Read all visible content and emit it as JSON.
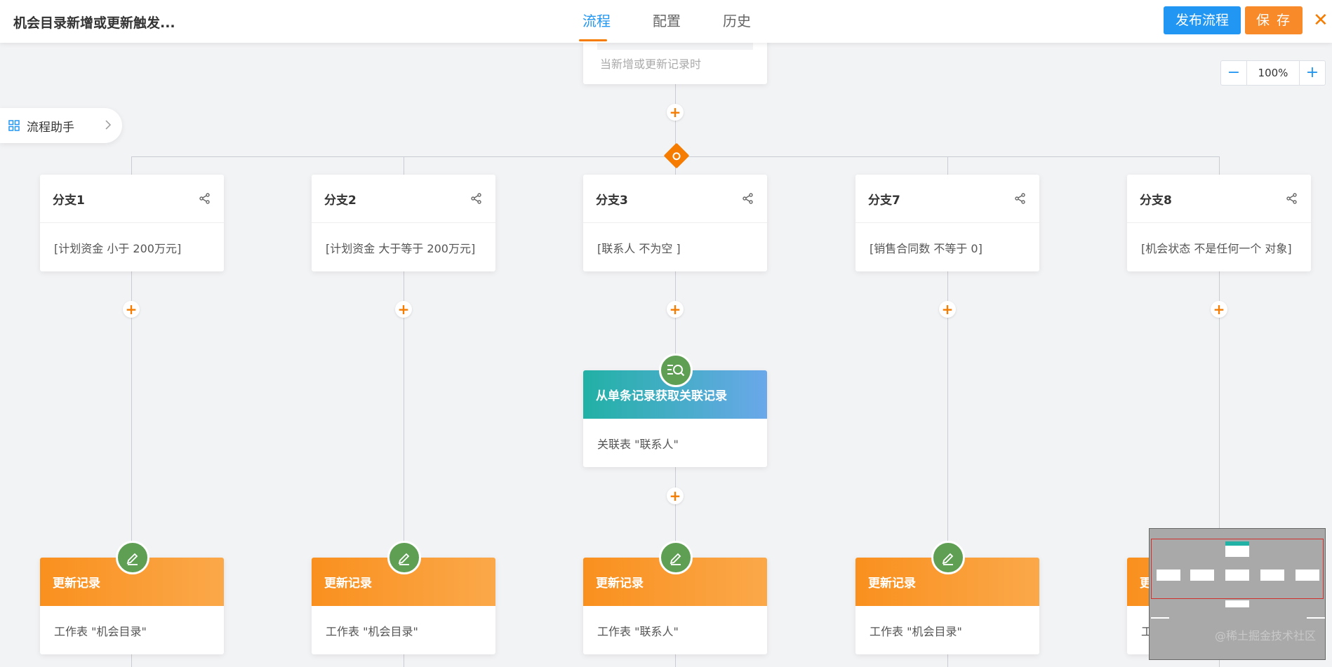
{
  "header": {
    "title": "机会目录新增或更新触发...",
    "tabs": [
      {
        "label": "流程",
        "active": true
      },
      {
        "label": "配置",
        "active": false
      },
      {
        "label": "历史",
        "active": false
      }
    ],
    "publish_label": "发布流程",
    "save_label": "保 存",
    "close_glyph": "✕"
  },
  "trigger": {
    "text": "当新增或更新记录时"
  },
  "assistant": {
    "label": "流程助手"
  },
  "zoom": {
    "minus": "−",
    "value": "100%",
    "plus": "+"
  },
  "plus_glyph": "+",
  "branches": [
    {
      "name": "分支1",
      "condition": "[计划资金 小于 200万元]"
    },
    {
      "name": "分支2",
      "condition": "[计划资金 大于等于 200万元]"
    },
    {
      "name": "分支3",
      "condition": "[联系人 不为空 ]"
    },
    {
      "name": "分支7",
      "condition": "[销售合同数 不等于 0]"
    },
    {
      "name": "分支8",
      "condition": "[机会状态 不是任何一个 对象]"
    }
  ],
  "lookup_node": {
    "title": "从单条记录获取关联记录",
    "detail": "关联表 \"联系人\""
  },
  "update_nodes": [
    {
      "title": "更新记录",
      "detail": "工作表 \"机会目录\""
    },
    {
      "title": "更新记录",
      "detail": "工作表 \"机会目录\""
    },
    {
      "title": "更新记录",
      "detail": "工作表 \"联系人\""
    },
    {
      "title": "更新记录",
      "detail": "工作表 \"机会目录\""
    },
    {
      "title": "更",
      "detail": "工"
    }
  ],
  "watermark": "@稀土掘金技术社区",
  "colors": {
    "primary": "#2196f3",
    "accent": "#f57c00",
    "update_head": "#f9901e",
    "lookup_head": "#21b1a5",
    "badge": "#5e9f53"
  }
}
